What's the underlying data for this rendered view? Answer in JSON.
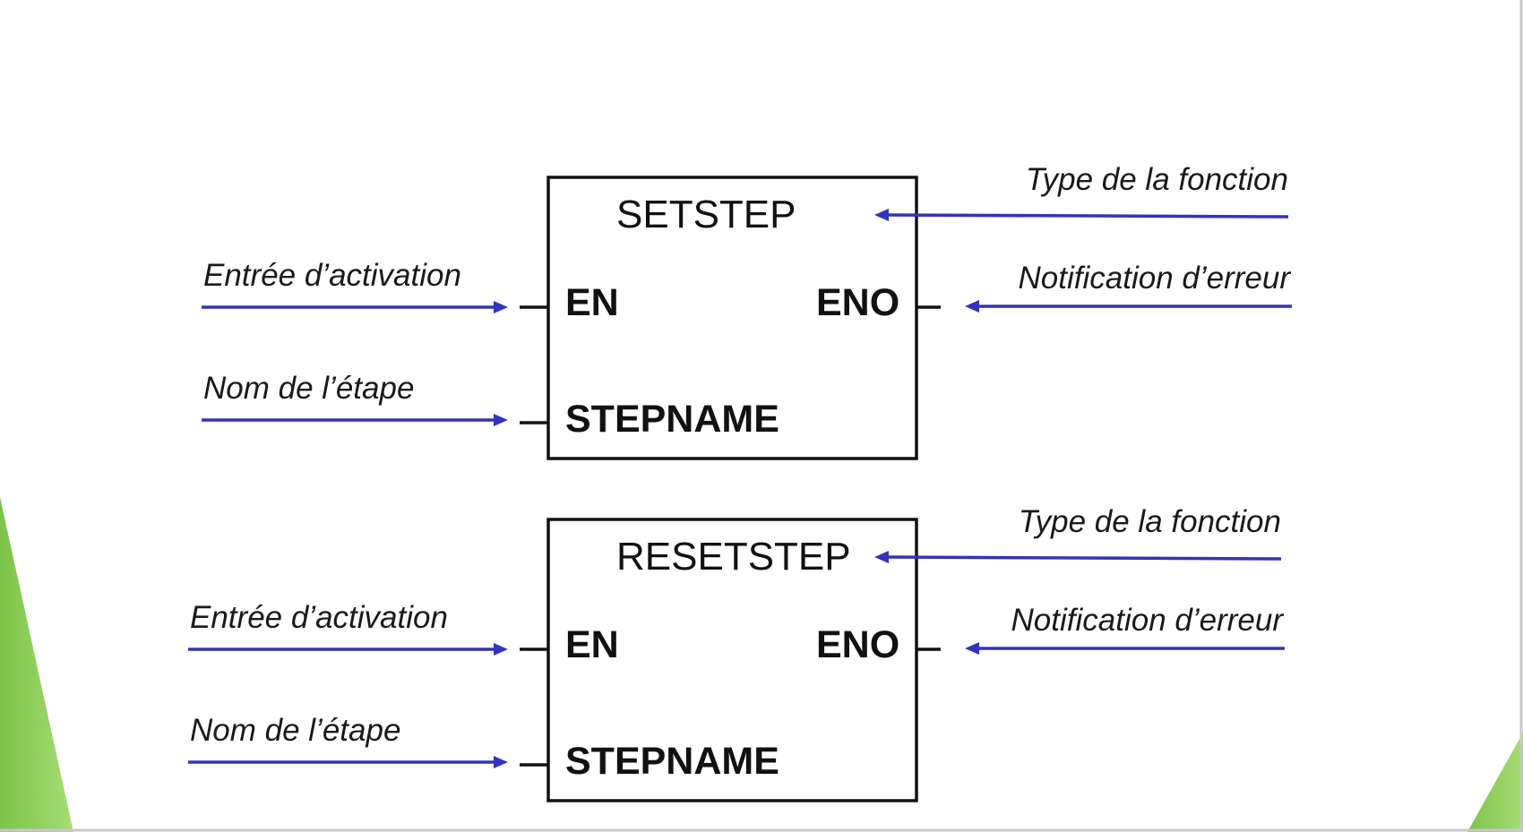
{
  "colors": {
    "arrow": "#3333bb",
    "box": "#111111",
    "accent_green": "#8fd15a",
    "frame": "#c8c8c8"
  },
  "blocks": [
    {
      "title": "SETSTEP",
      "pins": {
        "en": "EN",
        "eno": "ENO",
        "stepname": "STEPNAME"
      },
      "labels": {
        "type": "Type de la fonction",
        "activation": "Entrée d’activation",
        "error": "Notification d’erreur",
        "step": "Nom de l’étape"
      }
    },
    {
      "title": "RESETSTEP",
      "pins": {
        "en": "EN",
        "eno": "ENO",
        "stepname": "STEPNAME"
      },
      "labels": {
        "type": "Type de la fonction",
        "activation": "Entrée d’activation",
        "error": "Notification d’erreur",
        "step": "Nom de l’étape"
      }
    }
  ]
}
